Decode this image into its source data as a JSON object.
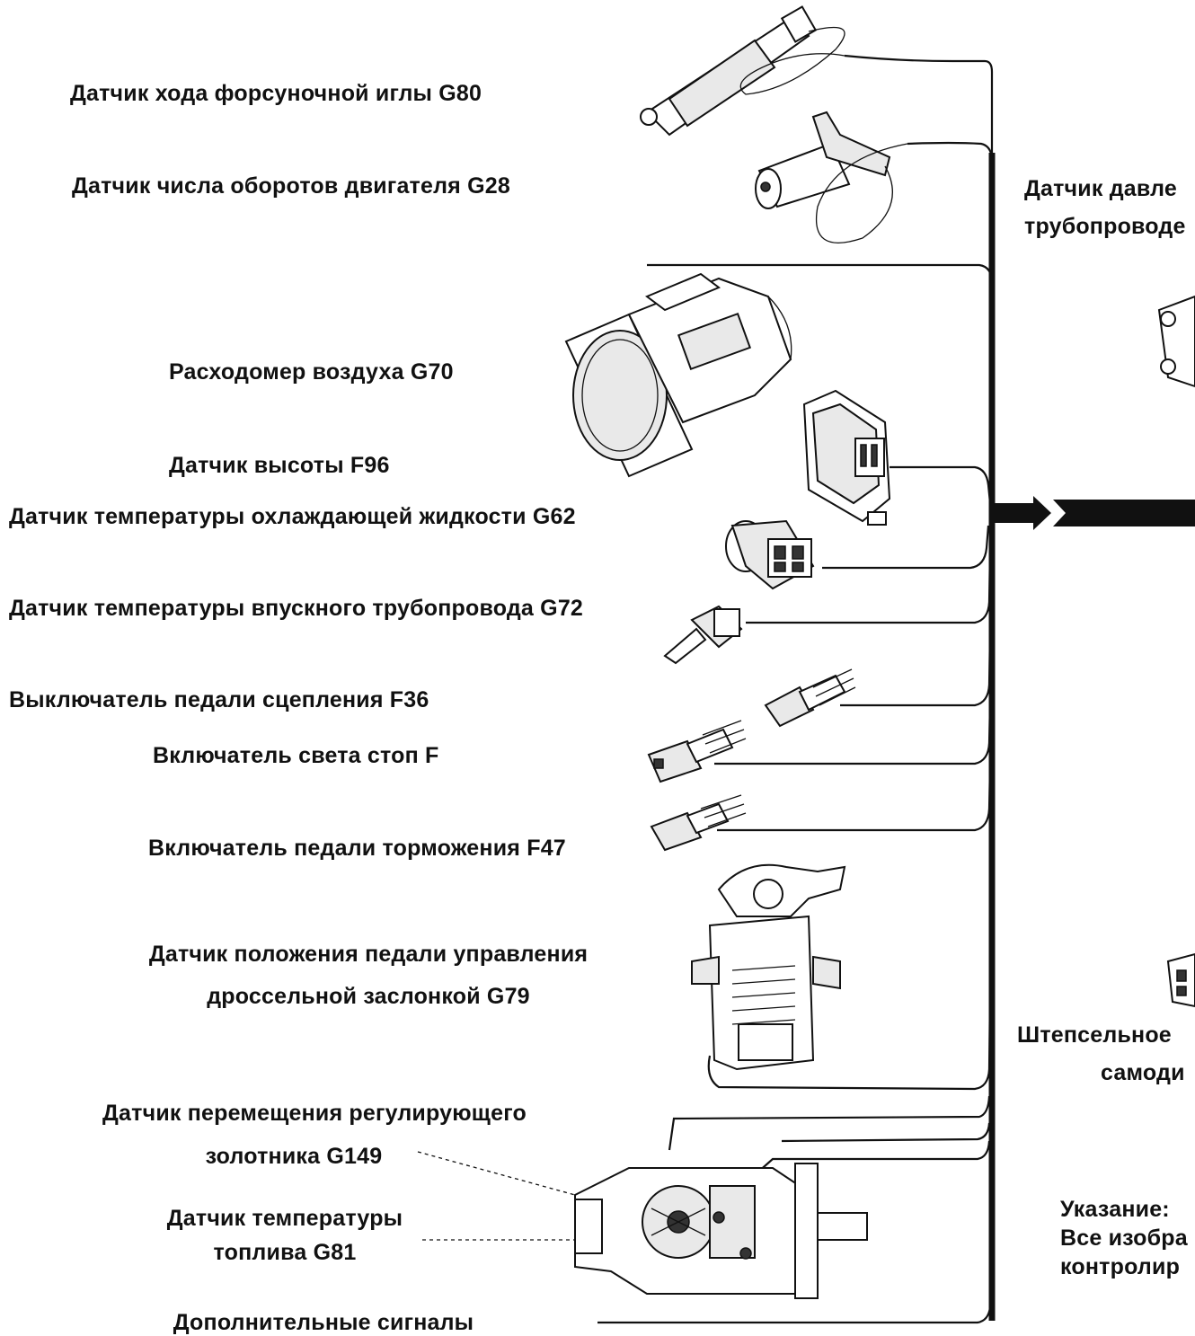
{
  "sensors": {
    "g80": "Датчик хода форсуночной иглы G80",
    "g28": "Датчик числа оборотов двигателя G28",
    "g70": "Расходомер воздуха G70",
    "f96": "Датчик высоты F96",
    "g62": "Датчик температуры охлаждающей жидкости G62",
    "g72": "Датчик температуры впускного трубопровода G72",
    "f36": "Выключатель педали сцепления F36",
    "f": "Включатель света стоп F",
    "f47": "Включатель педали торможения F47",
    "g79_line1": "Датчик положения педали управления",
    "g79_line2": "дроссельной заслонкой G79",
    "g149_line1": "Датчик перемещения регулирующего",
    "g149_line2": "золотника G149",
    "g81_line1": "Датчик температуры",
    "g81_line2": "топлива G81",
    "extra": "Дополнительные сигналы"
  },
  "right": {
    "pressure_line1": "Датчик давле",
    "pressure_line2": "трубопроводе",
    "plug_line1": "Штепсельное",
    "plug_line2": "самоди",
    "note_line1": "Указание:",
    "note_line2": "Все изобра",
    "note_line3": "контролир"
  },
  "icons": [
    "injector-needle-sensor-icon",
    "engine-speed-sensor-icon",
    "air-flow-meter-icon",
    "altitude-sensor-icon",
    "coolant-temp-sensor-icon",
    "intake-temp-sensor-icon",
    "clutch-switch-icon",
    "brake-light-switch-icon",
    "brake-pedal-switch-icon",
    "throttle-pedal-sensor-icon",
    "injection-pump-icon",
    "diagnostic-connector-icon"
  ]
}
